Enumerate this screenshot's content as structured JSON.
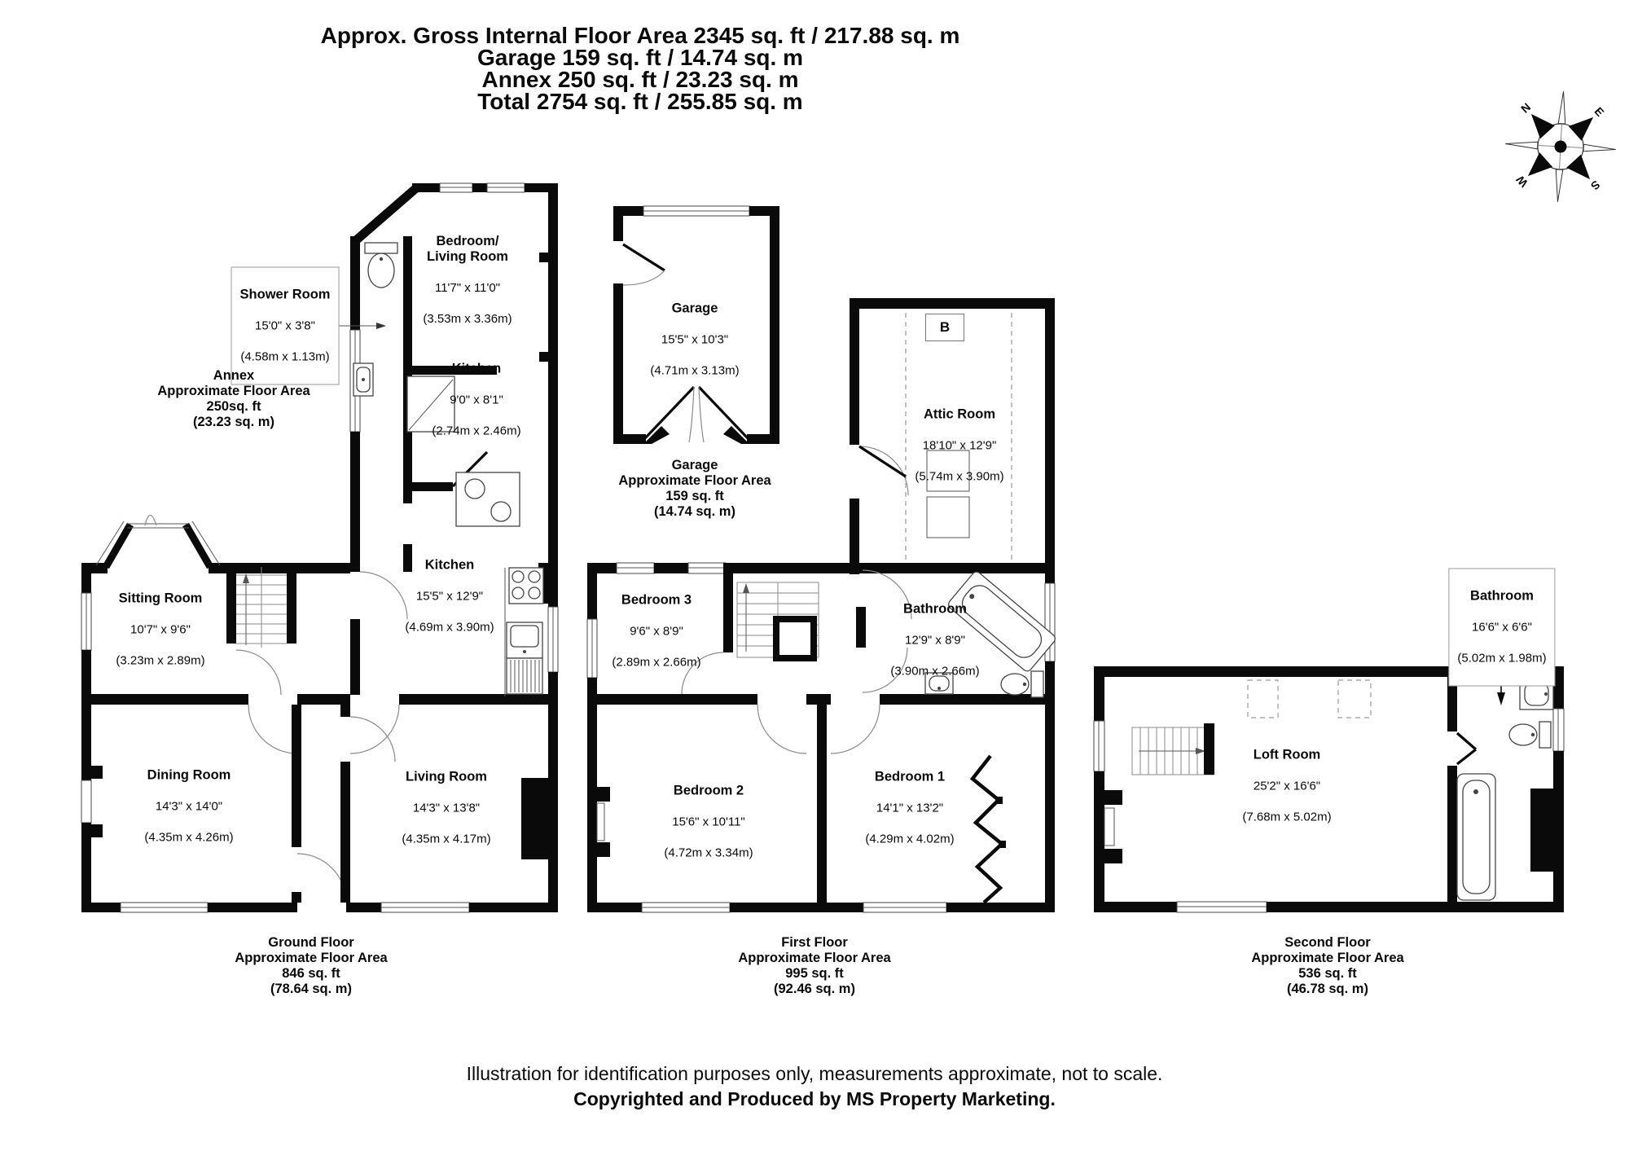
{
  "header": {
    "line1": "Approx. Gross Internal Floor Area 2345 sq. ft / 217.88 sq. m",
    "line2": "Garage 159 sq. ft / 14.74 sq. m",
    "line3": "Annex 250 sq. ft / 23.23 sq. m",
    "line4": "Total 2754 sq. ft / 255.85 sq. m"
  },
  "rooms": [
    {
      "name": "Shower Room",
      "dims_ft": "15'0\" x 3'8\"",
      "dims_m": "(4.58m x 1.13m)"
    },
    {
      "name": "Bedroom/\nLiving Room",
      "dims_ft": "11'7\" x 11'0\"",
      "dims_m": "(3.53m x 3.36m)"
    },
    {
      "name": "Kitchen",
      "dims_ft": "9'0\" x 8'1\"",
      "dims_m": "(2.74m x 2.46m)"
    },
    {
      "name": "Garage",
      "dims_ft": "15'5\" x 10'3\"",
      "dims_m": "(4.71m x 3.13m)"
    },
    {
      "name": "Attic Room",
      "dims_ft": "18'10\" x 12'9\"",
      "dims_m": "(5.74m x 3.90m)"
    },
    {
      "name": "Sitting Room",
      "dims_ft": "10'7\" x 9'6\"",
      "dims_m": "(3.23m x 2.89m)"
    },
    {
      "name": "Kitchen",
      "dims_ft": "15'5\" x 12'9\"",
      "dims_m": "(4.69m x 3.90m)"
    },
    {
      "name": "Dining Room",
      "dims_ft": "14'3\" x 14'0\"",
      "dims_m": "(4.35m x 4.26m)"
    },
    {
      "name": "Living Room",
      "dims_ft": "14'3\" x 13'8\"",
      "dims_m": "(4.35m x 4.17m)"
    },
    {
      "name": "Bedroom 3",
      "dims_ft": "9'6\" x 8'9\"",
      "dims_m": "(2.89m x 2.66m)"
    },
    {
      "name": "Bathroom",
      "dims_ft": "12'9\" x 8'9\"",
      "dims_m": "(3.90m x 2.66m)"
    },
    {
      "name": "Bedroom 2",
      "dims_ft": "15'6\" x 10'11\"",
      "dims_m": "(4.72m x 3.34m)"
    },
    {
      "name": "Bedroom 1",
      "dims_ft": "14'1\" x 13'2\"",
      "dims_m": "(4.29m x 4.02m)"
    },
    {
      "name": "Bathroom",
      "dims_ft": "16'6\" x 6'6\"",
      "dims_m": "(5.02m x 1.98m)"
    },
    {
      "name": "Loft Room",
      "dims_ft": "25'2\" x 16'6\"",
      "dims_m": "(7.68m x 5.02m)"
    }
  ],
  "areas": {
    "annex": {
      "l1": "Annex",
      "l2": "Approximate Floor Area",
      "l3": "250sq. ft",
      "l4": "(23.23 sq. m)"
    },
    "garage": {
      "l1": "Garage",
      "l2": "Approximate Floor Area",
      "l3": "159 sq. ft",
      "l4": "(14.74 sq. m)"
    },
    "ground": {
      "l1": "Ground Floor",
      "l2": "Approximate Floor Area",
      "l3": "846 sq. ft",
      "l4": "(78.64 sq. m)"
    },
    "first": {
      "l1": "First Floor",
      "l2": "Approximate Floor Area",
      "l3": "995 sq. ft",
      "l4": "(92.46 sq. m)"
    },
    "second": {
      "l1": "Second Floor",
      "l2": "Approximate Floor Area",
      "l3": "536 sq. ft",
      "l4": "(46.78 sq. m)"
    }
  },
  "annotations": {
    "boiler": "B"
  },
  "compass": {
    "n": "N",
    "e": "E",
    "s": "S",
    "w": "W"
  },
  "footer": {
    "line1": "Illustration for identification purposes only, measurements approximate, not to scale.",
    "line2": "Copyrighted and Produced by MS Property Marketing."
  }
}
